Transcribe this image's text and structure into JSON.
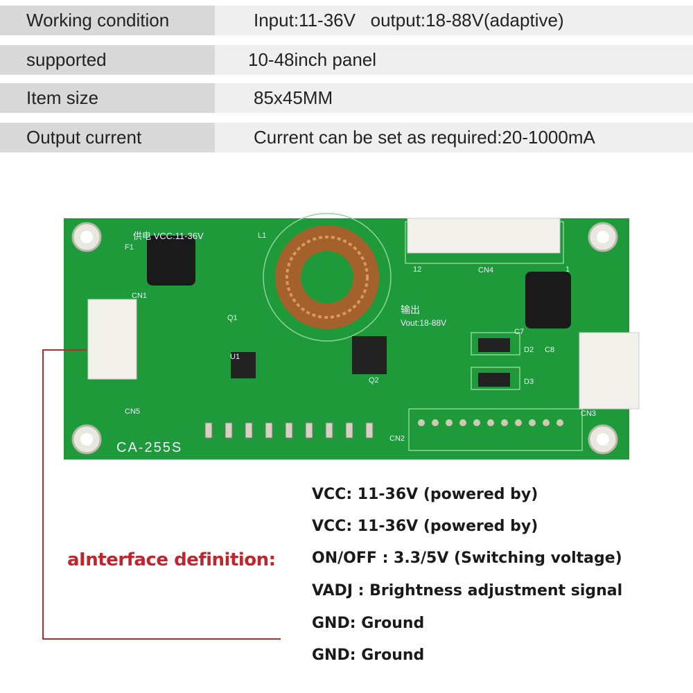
{
  "specs": [
    {
      "label": "Working condition",
      "value": "Input:11-36V   output:18-88V(adaptive)"
    },
    {
      "label": "supported",
      "value": "10-48inch panel"
    },
    {
      "label": "Item size",
      "value": "85x45MM"
    },
    {
      "label": "Output current",
      "value": "Current can be set as required:20-1000mA"
    }
  ],
  "board": {
    "model": "CA-255S",
    "vcc": "供电 VCC:11-36V",
    "vout_cn": "输出",
    "vout": "Vout:18-88V",
    "labels": {
      "l1": "L1",
      "f1": "F1",
      "cn1": "CN1",
      "cn2": "CN2",
      "cn3": "CN3",
      "cn4": "CN4",
      "cn5": "CN5",
      "q1": "Q1",
      "q2": "Q2",
      "u1": "U1",
      "d2": "D2",
      "d3": "D3",
      "c7": "C7",
      "c8": "C8",
      "pin12": "12",
      "pin1": "1"
    }
  },
  "interface": {
    "title": "aInterface definition:",
    "pins": [
      "VCC: 11-36V (powered by)",
      "VCC: 11-36V (powered by)",
      "ON/OFF : 3.3/5V (Switching voltage)",
      "VADJ : Brightness adjustment signal",
      "GND: Ground",
      "GND: Ground"
    ]
  },
  "colors": {
    "pcb": "#1f9a3a",
    "accent": "#c0262d"
  }
}
